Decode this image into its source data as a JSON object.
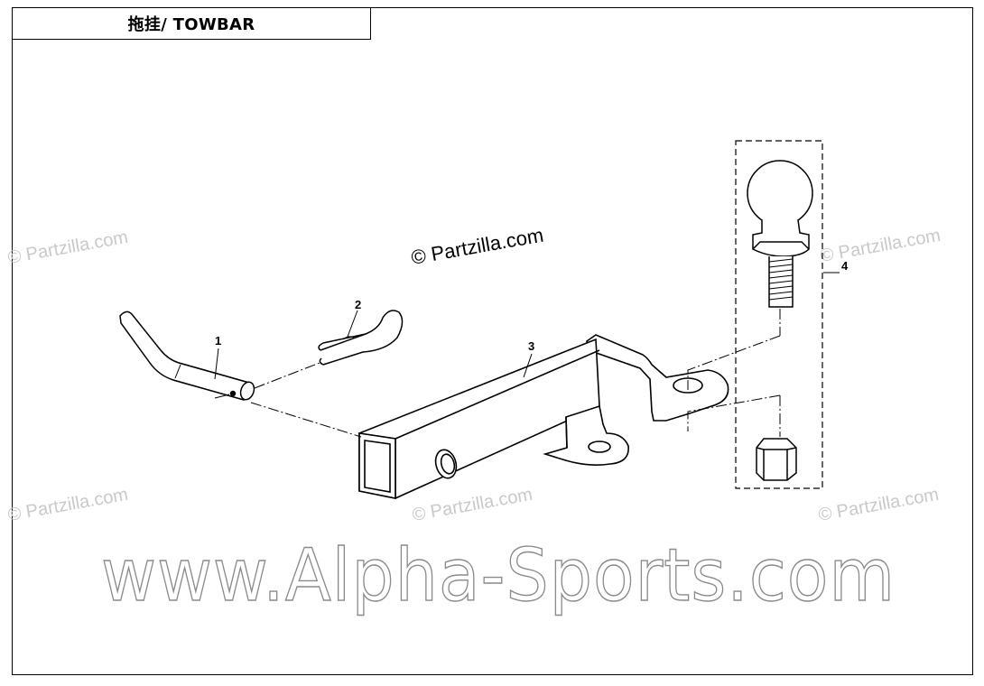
{
  "header": {
    "title": "拖挂/ TOWBAR"
  },
  "watermarks": {
    "copyright_main": "© Partzilla.com",
    "copyright_repeat": "© Partzilla.com",
    "site": "www.Alpha-Sports.com"
  },
  "callouts": [
    {
      "label": "1",
      "part": "hitch-pin"
    },
    {
      "label": "2",
      "part": "hitch-clip"
    },
    {
      "label": "3",
      "part": "towbar-receiver"
    },
    {
      "label": "4",
      "part": "tow-ball-with-nut"
    }
  ]
}
